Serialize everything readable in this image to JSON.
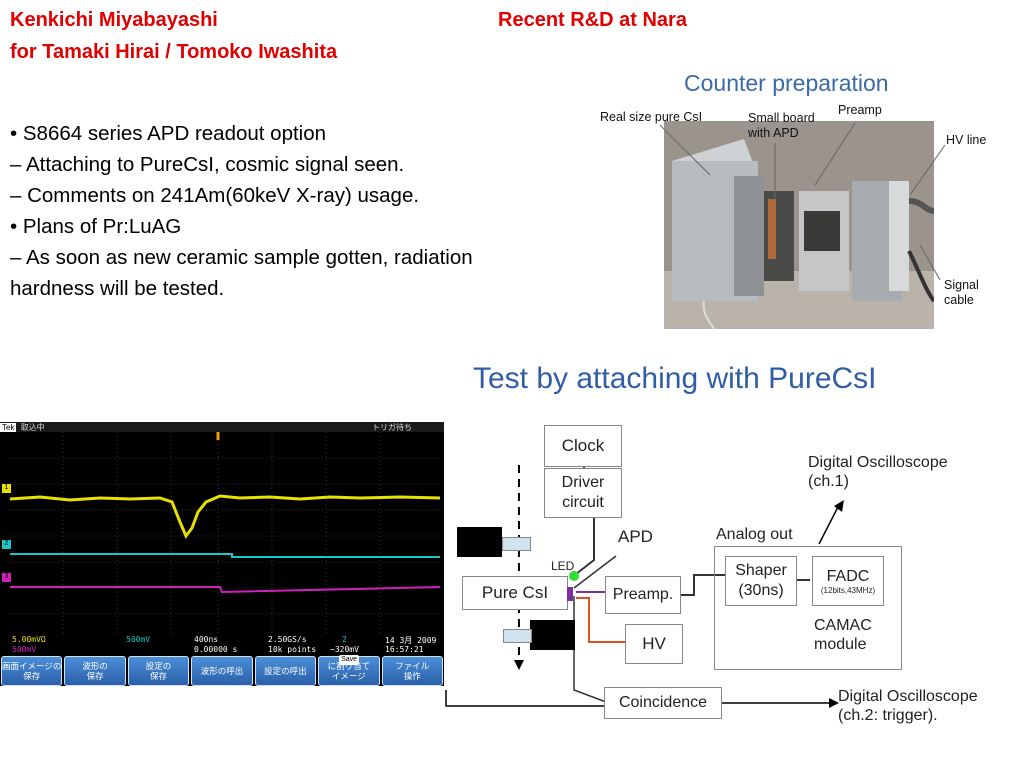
{
  "header": {
    "author_line1": "Kenkichi Miyabayashi",
    "author_line2": "for Tamaki Hirai / Tomoko Iwashita",
    "title": "Recent R&D at Nara"
  },
  "bullets": [
    "• S8664 series APD readout option",
    "– Attaching to PureCsI, cosmic signal seen.",
    "– Comments on 241Am(60keV X-ray) usage.",
    "• Plans of Pr:LuAG",
    "– As soon as new ceramic sample gotten, radiation hardness will be tested."
  ],
  "photo": {
    "title": "Counter preparation",
    "labels": {
      "csi": "Real size pure CsI",
      "board": "Small board\nwith APD",
      "preamp": "Preamp",
      "hv": "HV line",
      "signal": "Signal\ncable"
    }
  },
  "test_title": "Test by attaching with PureCsI",
  "scope": {
    "brand": "Tek",
    "acq_state": "取込中",
    "trigger_state": "トリガ待ち",
    "ch1_scale": "5.00mVΩ",
    "ch2_scale": "500mV",
    "ch3_scale": "500mV",
    "timebase": "400ns",
    "sample_rate": "2.50GS/s",
    "position": "0.00000 s",
    "record_length": "10k points",
    "trigger_channel": "2",
    "trigger_level": "−320mV",
    "date": "14 3月 2009",
    "time": "16:57:21",
    "save_tag": "Save",
    "softkeys": [
      "画面イメージの\n保存",
      "波形の\n保存",
      "設定の\n保存",
      "波形の呼出",
      "設定の呼出",
      "に割り当て\nイメージ",
      "ファイル\n操作"
    ],
    "colors": {
      "ch1": "#e8e000",
      "ch2": "#19c8c8",
      "ch3": "#d020c0"
    }
  },
  "diagram": {
    "clock": "Clock",
    "driver": "Driver\ncircuit",
    "apd": "APD",
    "led": "LED",
    "purecsi": "Pure CsI",
    "preamp": "Preamp.",
    "hv": "HV",
    "analog_out": "Analog out",
    "shaper": "Shaper\n(30ns)",
    "fadc": "FADC",
    "fadc_spec": "(12bits,43MHz)",
    "camac": "CAMAC\nmodule",
    "coincidence": "Coincidence",
    "osc1": "Digital Oscilloscope\n(ch.1)",
    "osc2": "Digital Oscilloscope\n(ch.2: trigger)."
  }
}
